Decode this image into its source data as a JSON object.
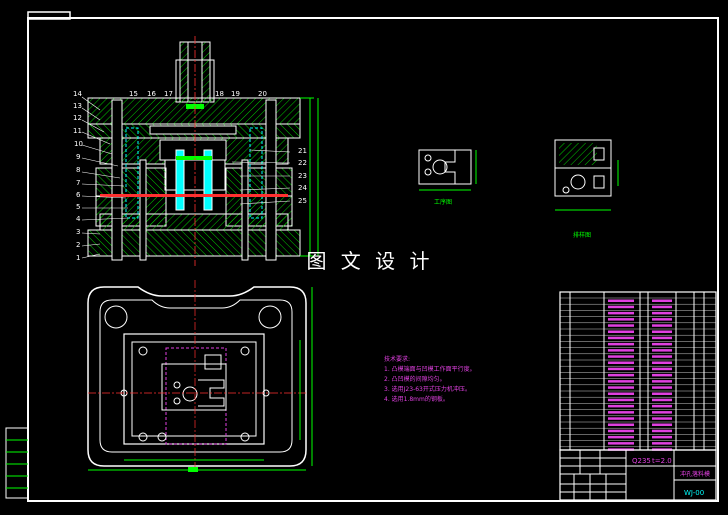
{
  "watermark": "图 文 设 计",
  "views": {
    "workpiece_label": "工序图",
    "blank_label": "排样图"
  },
  "notes": {
    "title": "技术要求:",
    "items": [
      "1. 凸模端面与凹模工作面平行度。",
      "2. 凸凹模的间隙均匀。",
      "3. 选用J23-63开式压力机冲压。",
      "4. 选用1.8mm的钢板。"
    ]
  },
  "part_numbers_left": [
    "14",
    "13",
    "12",
    "11",
    "10",
    "9",
    "8",
    "7",
    "6",
    "5",
    "4",
    "3",
    "2",
    "1"
  ],
  "part_numbers_top": [
    "15",
    "16",
    "17",
    "18",
    "19",
    "20"
  ],
  "part_numbers_right": [
    "21",
    "22",
    "23",
    "24",
    "25"
  ],
  "title_block": {
    "material": "Q235",
    "thickness": "t=2.0",
    "drawing_name": "冲孔落料模",
    "drawing_no": "WJ-00"
  },
  "colors": {
    "background": "#000000",
    "border": "#ffffff",
    "outline": "#ffffff",
    "dimension": "#00ff00",
    "hatch": "#00cc00",
    "text": "#e040e0",
    "cyan": "#00ffff",
    "red": "#ff3030",
    "yellow": "#ffff00"
  }
}
